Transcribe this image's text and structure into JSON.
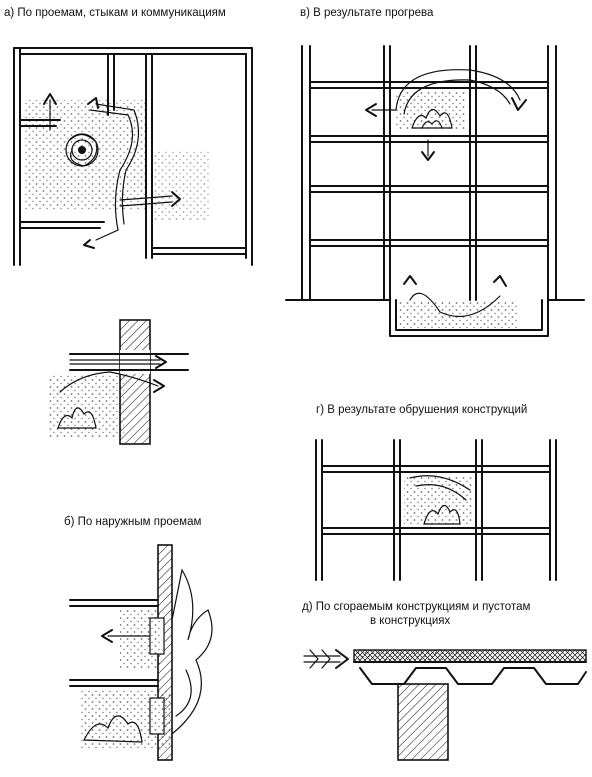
{
  "captions": {
    "a": "а) По проемам, стыкам и коммуникациям",
    "v": "в) В результате прогрева",
    "g": "г) В результате обрушения конструкций",
    "b": "б) По наружным проемам",
    "d_line1": "д) По сгораемым конструкциям и пустотам",
    "d_line2": "в конструкциях"
  },
  "icons": {
    "fire": "flame-icon",
    "arrow": "smoke-arrow-icon"
  }
}
